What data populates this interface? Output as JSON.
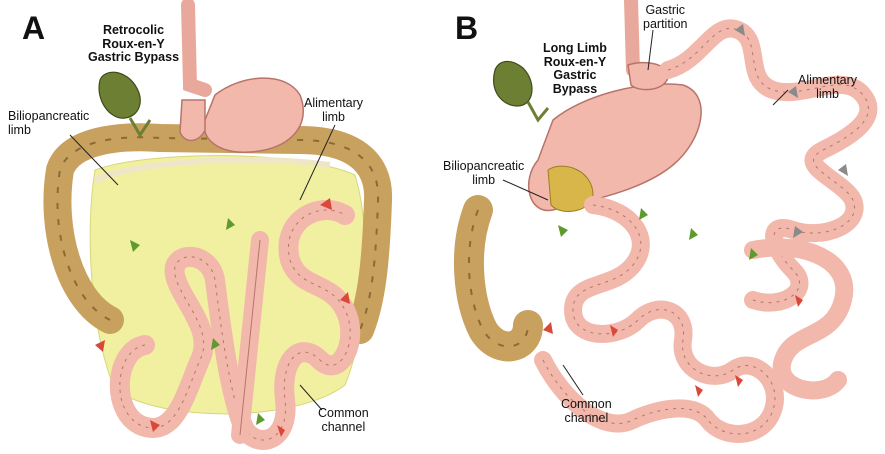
{
  "panel_a": {
    "letter": "A",
    "title_lines": [
      "Retrocolic",
      "Roux-en-Y",
      "Gastric Bypass"
    ],
    "labels": {
      "biliopancreatic": [
        "Biliopancreatic",
        "limb"
      ],
      "alimentary": [
        "Alimentary",
        "limb"
      ],
      "common": [
        "Common",
        "channel"
      ]
    }
  },
  "panel_b": {
    "letter": "B",
    "title_lines": [
      "Long Limb",
      "Roux-en-Y",
      "Gastric",
      "Bypass"
    ],
    "labels": {
      "gastric_partition": [
        "Gastric",
        "partition"
      ],
      "alimentary": [
        "Alimentary",
        "limb"
      ],
      "biliopancreatic": [
        "Biliopancreatic",
        "limb"
      ],
      "common": [
        "Common",
        "channel"
      ]
    }
  },
  "colors": {
    "intestine": "#f2b8ac",
    "intestine_edge": "#b8736a",
    "colon": "#c9a15f",
    "mesentery": "#f1f0a0",
    "gallbladder": "#6c7f32",
    "arrow_red": "#d9483b",
    "arrow_green": "#5e9a2c",
    "arrow_gray": "#8a8a8a"
  }
}
